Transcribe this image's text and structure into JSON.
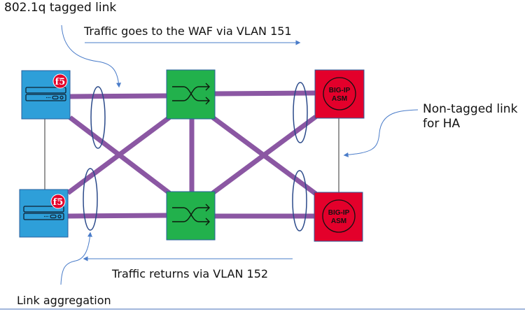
{
  "colors": {
    "link": "#8b57a3",
    "f5_box": "#2e9fd9",
    "switch_box": "#22b14c",
    "asm_box": "#e3002b",
    "arrow": "#4a7cc9",
    "lag_ellipse": "#2b4a8a",
    "ha_line": "#333333"
  },
  "annotations": {
    "tagged_link": "802.1q tagged link",
    "traffic_out": "Traffic goes to the WAF via VLAN 151",
    "traffic_return": "Traffic returns via VLAN 152",
    "non_tagged_line1": "Non-tagged link",
    "non_tagged_line2": "for HA",
    "link_aggregation": "Link aggregation"
  },
  "devices": {
    "f5_top": {
      "logo": "f5",
      "icon": "server-icon"
    },
    "f5_bottom": {
      "logo": "f5",
      "icon": "server-icon"
    },
    "switch_top": {
      "icon": "shuffle-arrows-icon"
    },
    "switch_bottom": {
      "icon": "shuffle-arrows-icon"
    },
    "asm_top": {
      "line1": "BIG-IP",
      "line2": "ASM"
    },
    "asm_bottom": {
      "line1": "BIG-IP",
      "line2": "ASM"
    }
  }
}
